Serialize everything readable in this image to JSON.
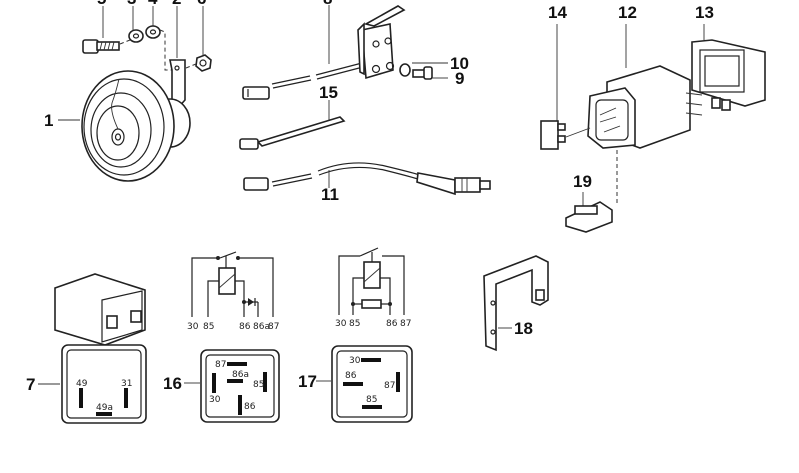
{
  "diagram": {
    "title": "Horn / relays / sensor parts diagram",
    "callouts": [
      {
        "id": "c1",
        "label": "1",
        "part": "horn"
      },
      {
        "id": "c2",
        "label": "2",
        "part": "bracket"
      },
      {
        "id": "c3",
        "label": "3",
        "part": "lock-washer"
      },
      {
        "id": "c4",
        "label": "4",
        "part": "washer"
      },
      {
        "id": "c5",
        "label": "5",
        "part": "hex-bolt"
      },
      {
        "id": "c6",
        "label": "6",
        "part": "hex-nut"
      },
      {
        "id": "c8",
        "label": "8",
        "part": "switch-with-lead"
      },
      {
        "id": "c9",
        "label": "9",
        "part": "screw"
      },
      {
        "id": "c10",
        "label": "10",
        "part": "washer"
      },
      {
        "id": "c11",
        "label": "11",
        "part": "sensor-with-lead"
      },
      {
        "id": "c12",
        "label": "12",
        "part": "relay-socket"
      },
      {
        "id": "c13",
        "label": "13",
        "part": "cover"
      },
      {
        "id": "c14",
        "label": "14",
        "part": "fuse"
      },
      {
        "id": "c15",
        "label": "15",
        "part": "cable-tie"
      },
      {
        "id": "c19",
        "label": "19",
        "part": "clip"
      },
      {
        "id": "c7",
        "label": "7",
        "part": "flasher-relay"
      },
      {
        "id": "c16",
        "label": "16",
        "part": "relay-with-diode"
      },
      {
        "id": "c17",
        "label": "17",
        "part": "relay-with-resistor"
      },
      {
        "id": "c18",
        "label": "18",
        "part": "relay-bracket"
      }
    ],
    "relay7_pins": [
      "49",
      "31",
      "49a"
    ],
    "schematic16_pins": [
      "30",
      "85",
      "86",
      "86a",
      "87"
    ],
    "relay16_pins": [
      "87",
      "86a",
      "85",
      "30",
      "86"
    ],
    "schematic17_pins": [
      "30",
      "85",
      "86",
      "87"
    ],
    "relay17_pins": [
      "30",
      "86",
      "87",
      "85"
    ]
  }
}
